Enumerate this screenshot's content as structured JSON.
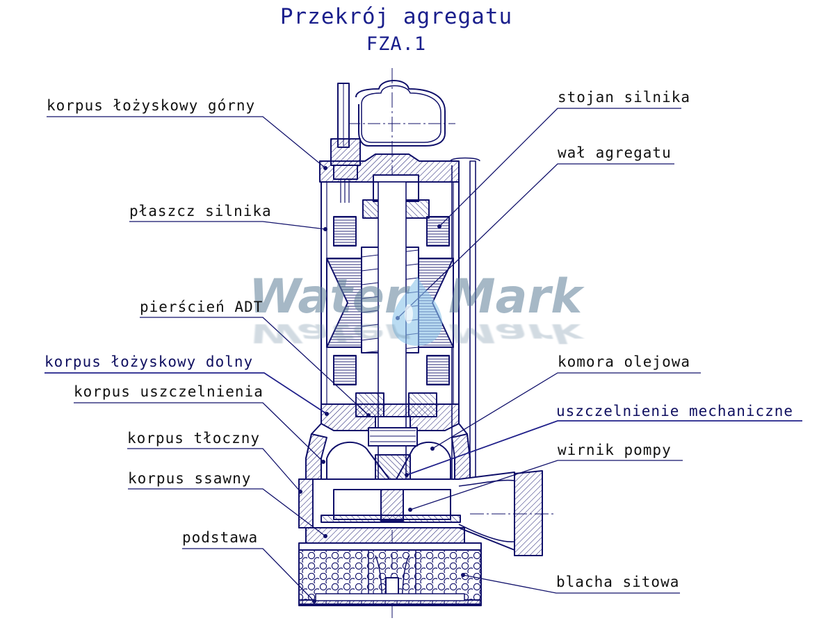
{
  "title": "Przekrój agregatu",
  "subtitle": "FZA.1",
  "watermark": {
    "left": "Water",
    "right": "Mark"
  },
  "colors": {
    "title": "#1a1f8c",
    "lines": "#10106a",
    "text": "#111111",
    "watermark": "#5f7f99",
    "underline_highlight": "#20208a"
  },
  "labels": {
    "korpus_lozyskowy_gorny": "korpus łożyskowy górny",
    "plaszcz_silnika": "płaszcz silnika",
    "pierscien_adt": "pierścień ADT",
    "korpus_lozyskowy_dolny": "korpus łożyskowy dolny",
    "korpus_uszczelnienia": "korpus uszczelnienia",
    "korpus_tloczny": "korpus tłoczny",
    "korpus_ssawny": "korpus ssawny",
    "podstawa": "podstawa",
    "stojan_silnika": "stojan silnika",
    "wal_agregatu": "wał agregatu",
    "komora_olejowa": "komora olejowa",
    "uszczelnienie_mechaniczne": "uszczelnienie mechaniczne",
    "wirnik_pompy": "wirnik pompy",
    "blacha_sitowa": "blacha sitowa"
  }
}
